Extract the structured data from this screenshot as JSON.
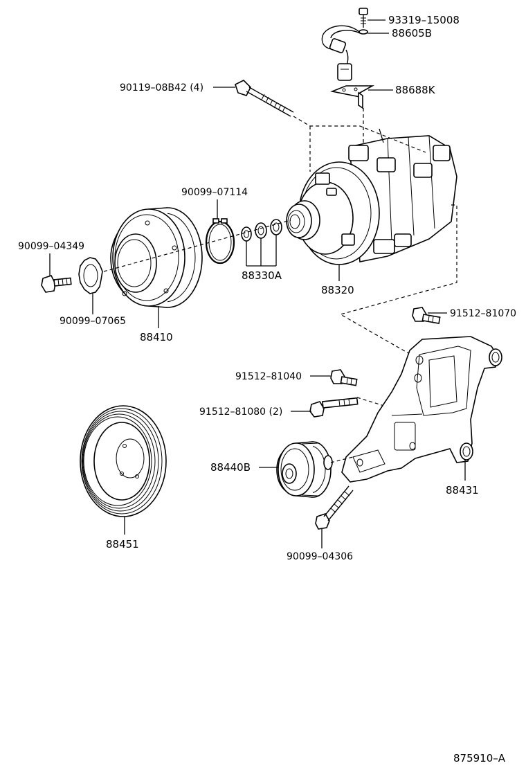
{
  "figure_id": "875910–A",
  "labels": {
    "p93319": "93319–15008",
    "p88605B": "88605B",
    "p88688K": "88688K",
    "p90119": "90119–08B42 (4)",
    "p90099_07114": "90099–07114",
    "p90099_04349": "90099–04349",
    "p88330A": "88330A",
    "p88320": "88320",
    "p90099_07065": "90099–07065",
    "p88410": "88410",
    "p91512_81070": "91512–81070",
    "p91512_81040": "91512–81040",
    "p91512_81080": "91512–81080 (2)",
    "p88440B": "88440B",
    "p88431": "88431",
    "p88451": "88451",
    "p90099_04306": "90099–04306"
  }
}
